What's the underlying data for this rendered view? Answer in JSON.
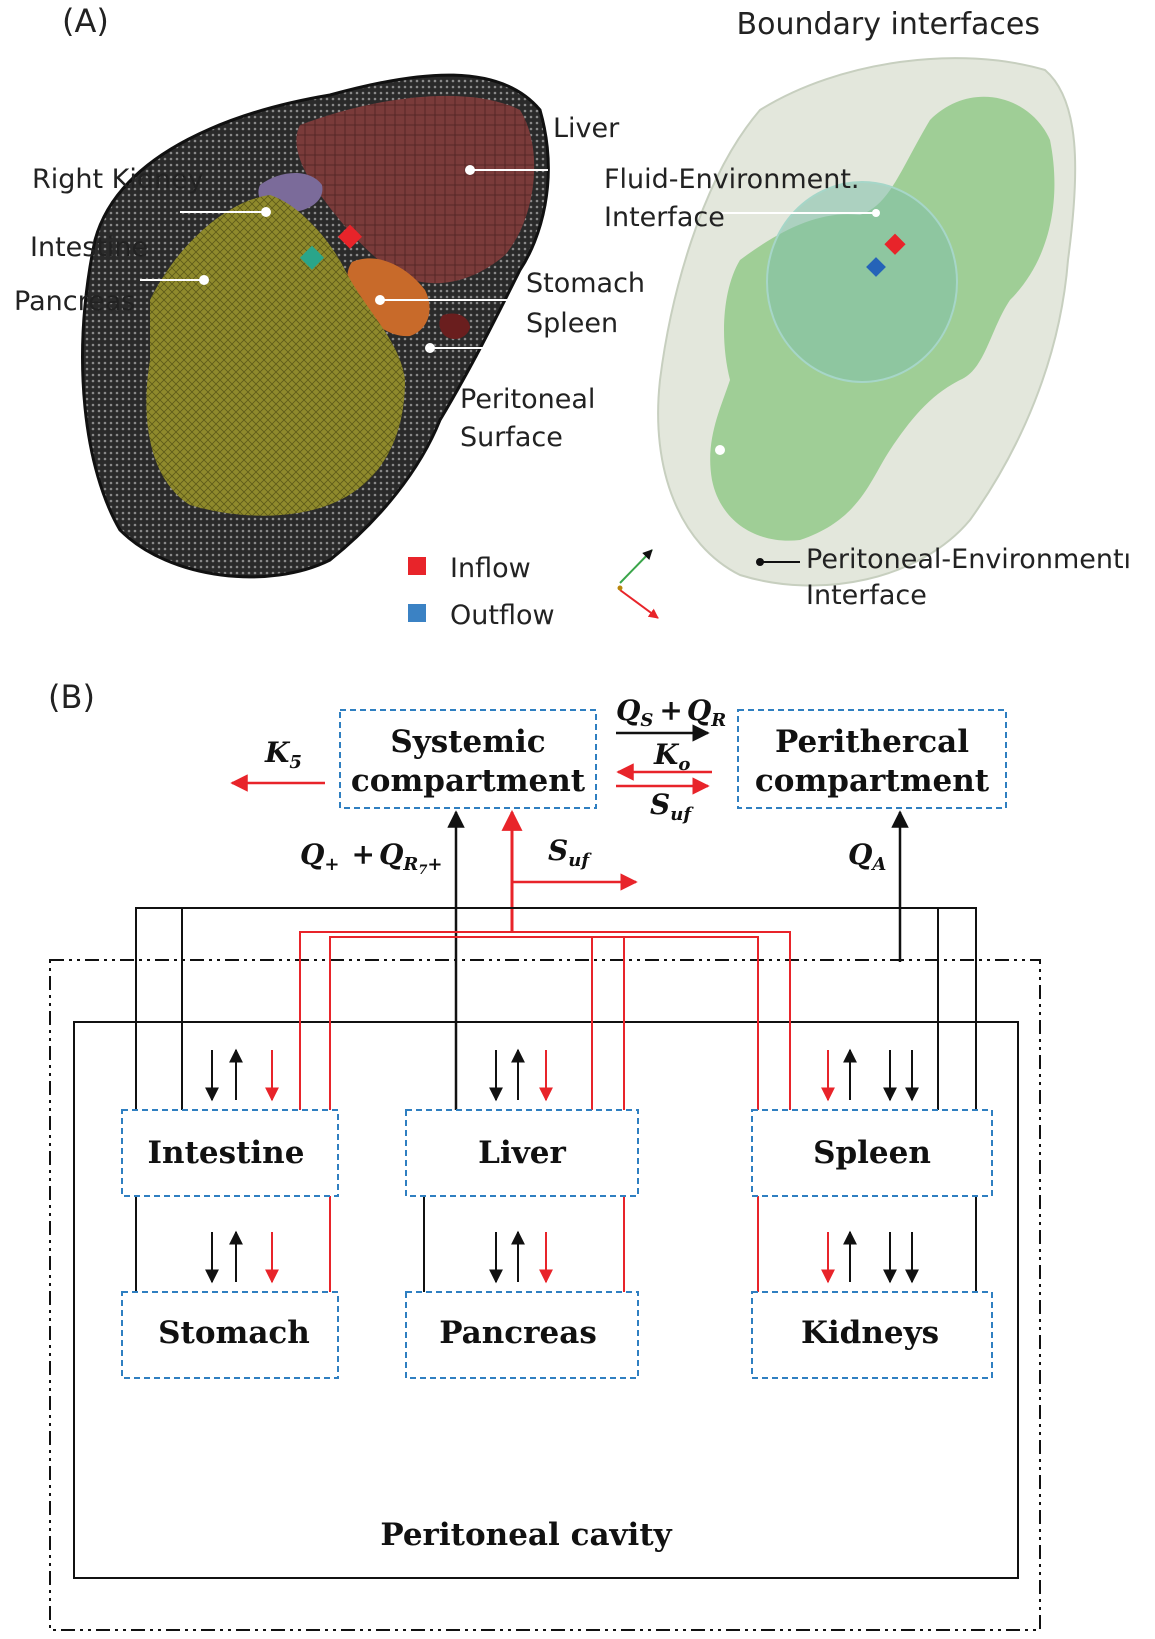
{
  "panel_a": {
    "tag": "(A)",
    "right_title": "Boundary interfaces",
    "labels": {
      "liver": "Liver",
      "right_kidney": "Right Kidney",
      "intestine": "Intestine",
      "pancreas": "Pancreas",
      "stomach": "Stomach",
      "spleen": "Spleen",
      "peritoneal_1": "Peritoneal",
      "peritoneal_2": "Surface",
      "fluid_env_1": "Fluid-Environment.",
      "fluid_env_2": "Interface",
      "perit_env_1": "Peritoneal-Environmentı",
      "perit_env_2": "Interface"
    },
    "legend": [
      {
        "label": "Inflow",
        "color": "#e8242a"
      },
      {
        "label": "Outflow",
        "color": "#3b82c4"
      }
    ]
  },
  "panel_b": {
    "tag": "(B)",
    "systemic": {
      "line1": "Systemic",
      "line2": "compartment"
    },
    "perithercal": {
      "line1": "Perithercal",
      "line2": "compartment"
    },
    "flows": {
      "k5_main": "K",
      "k5_sub": "5",
      "qs_main": "Q",
      "qs_sub": "S",
      "qs_plus": "+",
      "qr_main": "Q",
      "qr_sub": "R",
      "ko_main": "K",
      "ko_sub": "o",
      "suf_top_main": "S",
      "suf_top_sub": "uf",
      "qplus_main": "Q",
      "qplus_sub": "+",
      "qplus_plus": "+",
      "qr7_main": "Q",
      "qr7_sub": "R",
      "qr7_subsub": "7",
      "qr7_tail": "+",
      "suf_mid_main": "S",
      "suf_mid_sub": "uf",
      "qa_main": "Q",
      "qa_sub": "A"
    },
    "organs": [
      "Intestine",
      "Liver",
      "Spleen",
      "Stomach",
      "Pancreas",
      "Kidneys"
    ],
    "cavity_label": "Peritoneal cavity",
    "colors": {
      "black": "#111111",
      "red": "#e8242a",
      "box_border": "#2f7fc1"
    }
  }
}
